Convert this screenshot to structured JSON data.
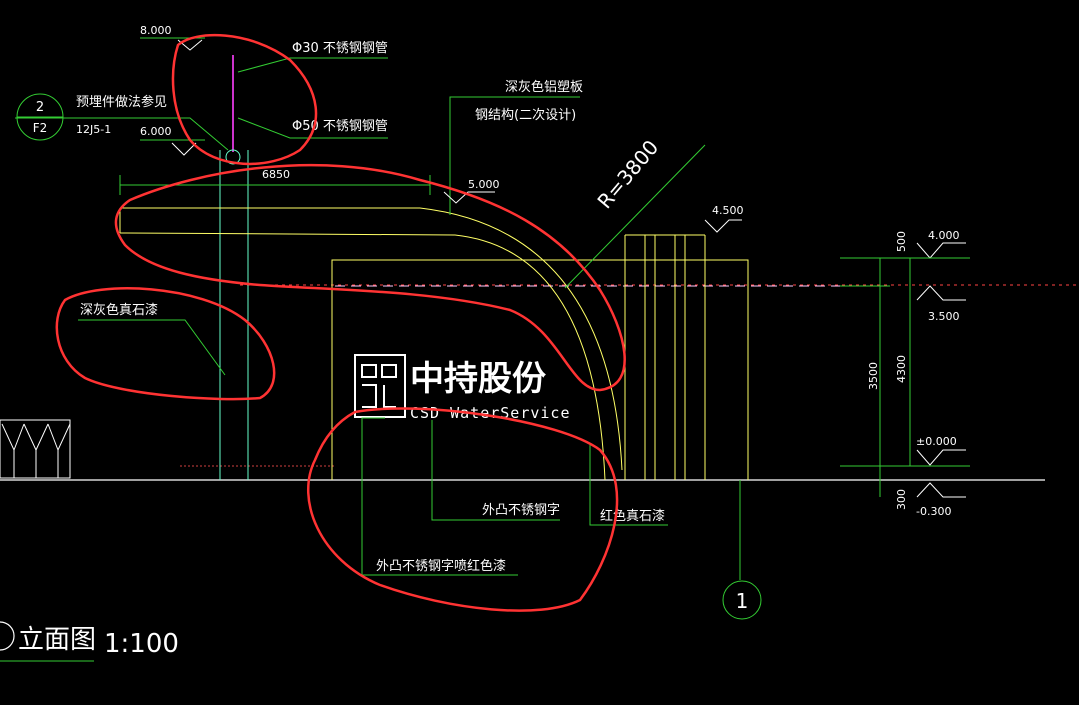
{
  "drawing": {
    "title": "立面图",
    "scale": "1:100",
    "axis_marker": "1",
    "detail_ref": {
      "top": "2",
      "bottom": "F2",
      "note": "预埋件做法参见",
      "code": "12J5-1"
    }
  },
  "annotations": {
    "pipe_30": "Φ30  不锈钢钢管",
    "pipe_50": "Φ50  不锈钢钢管",
    "panel": "深灰色铝塑板",
    "steel": "钢结构(二次设计)",
    "radius": "R=3800",
    "stone_grey": "深灰色真石漆",
    "letters_steel": "外凸不锈钢字",
    "stone_red": "红色真石漆",
    "letters_red": "外凸不锈钢字喷红色漆"
  },
  "elevations": {
    "e8000": "8.000",
    "e6000": "6.000",
    "e5000": "5.000",
    "e4500": "4.500",
    "e4000": "4.000",
    "e3500": "3.500",
    "e0000": "±0.000",
    "em0300": "-0.300"
  },
  "dimensions": {
    "width_6850": "6850",
    "d500": "500",
    "d3500": "3500",
    "d4300": "4300",
    "d300": "300"
  },
  "logo": {
    "cn": "中持股份",
    "en": "CSD WaterService"
  },
  "colors": {
    "background": "#000000",
    "structure": "#ffff66",
    "leader": "#33cc33",
    "column": "#66ffcc",
    "markup": "#ff3333",
    "pipe": "#cc33cc",
    "text": "#ffffff"
  }
}
